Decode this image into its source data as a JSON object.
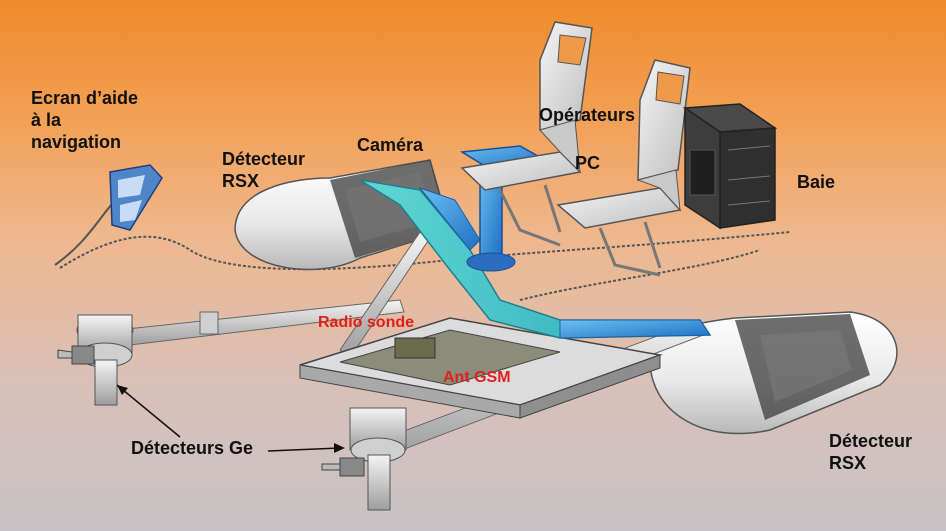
{
  "labels": {
    "ecran": [
      "Ecran d’aide",
      "à la",
      "navigation"
    ],
    "detecteur_rsx_left": [
      "Détecteur",
      "RSX"
    ],
    "camera": "Caméra",
    "operateurs": "Opérateurs",
    "pc": "PC",
    "baie": "Baie",
    "radio_sonde": "Radio sonde",
    "ant_gsm": "Ant  GSM",
    "detecteurs_ge": "Détecteurs Ge",
    "detecteur_rsx_right": [
      "Détecteur",
      "RSX"
    ]
  },
  "colors": {
    "background_top": "#ef8a2a",
    "background_bottom": "#c8c3c6",
    "label_text": "#111111",
    "highlight_text": "#e0201c",
    "structure_blue": "#2f8fd8",
    "structure_cyan": "#41c7c7",
    "pod_white": "#f2f2f2",
    "cabinet_dark": "#333333"
  }
}
